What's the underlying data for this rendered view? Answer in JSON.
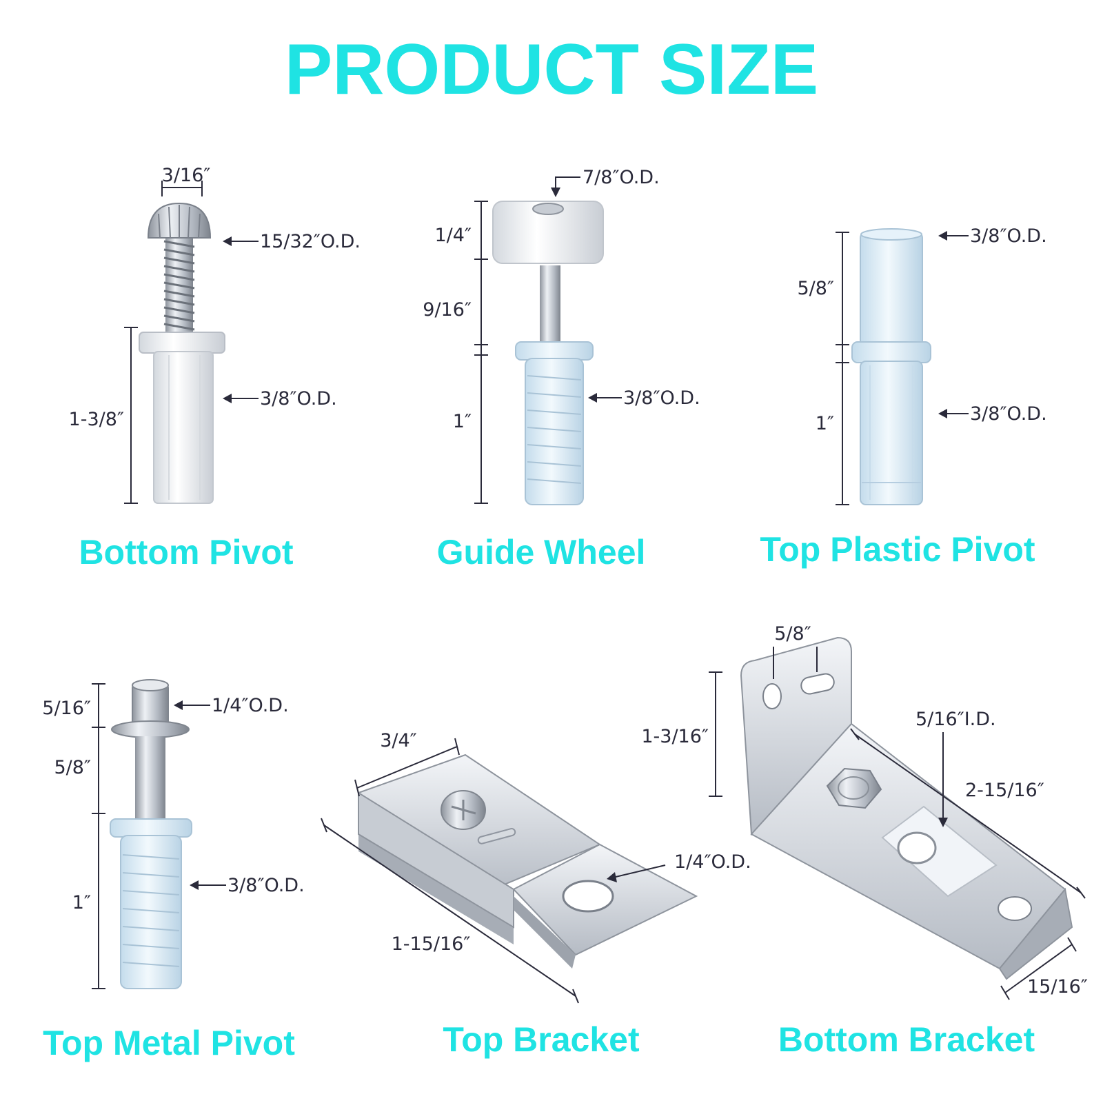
{
  "title": "PRODUCT SIZE",
  "colors": {
    "accent": "#1fe3e3",
    "text": "#2a2a3a",
    "metal": "#c9ced6",
    "plastic_white": "#eef2f7",
    "clear_plastic": "#d8ecf8"
  },
  "products": [
    {
      "label": "Bottom Pivot",
      "dims": [
        "3/16″",
        "15/32″O.D.",
        "3/8″O.D.",
        "1-3/8″"
      ]
    },
    {
      "label": "Guide Wheel",
      "dims": [
        "7/8″O.D.",
        "1/4″",
        "9/16″",
        "3/8″O.D.",
        "1″"
      ]
    },
    {
      "label": "Top Plastic Pivot",
      "dims": [
        "3/8″O.D.",
        "5/8″",
        "1″",
        "3/8″O.D."
      ]
    },
    {
      "label": "Top Metal Pivot",
      "dims": [
        "5/16″",
        "1/4″O.D.",
        "5/8″",
        "1″",
        "3/8″O.D."
      ]
    },
    {
      "label": "Top Bracket",
      "dims": [
        "3/4″",
        "1/4″O.D.",
        "1-15/16″"
      ]
    },
    {
      "label": "Bottom Bracket",
      "dims": [
        "5/8″",
        "1-3/16″",
        "5/16″I.D.",
        "2-15/16″",
        "15/16″"
      ]
    }
  ]
}
